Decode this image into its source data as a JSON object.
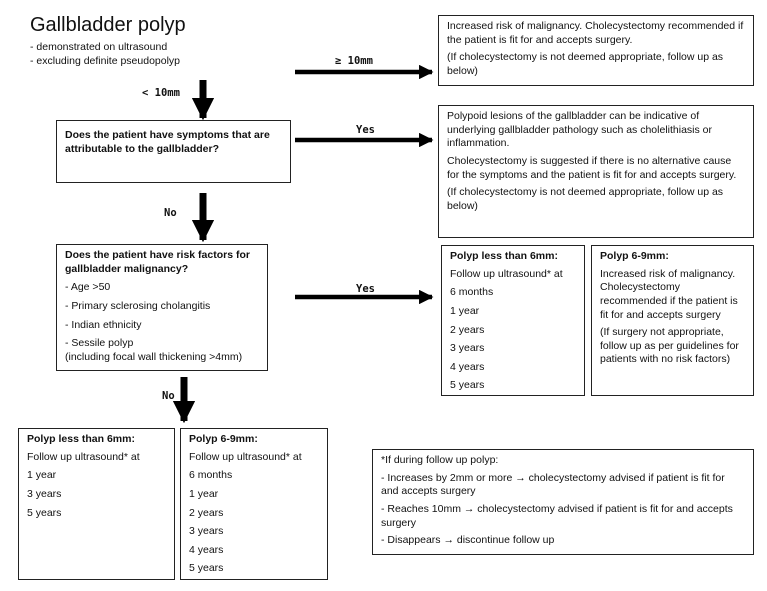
{
  "title": "Gallbladder polyp",
  "subtitle_lines": [
    "- demonstrated on ultrasound",
    "- excluding definite pseudopolyp"
  ],
  "labels": {
    "ge10": "≥ 10mm",
    "lt10": "< 10mm",
    "yes1": "Yes",
    "no1": "No",
    "yes2": "Yes",
    "no2": "No"
  },
  "box_malignancy": {
    "p1": "Increased risk of malignancy. Cholecystectomy recommended if the patient is fit for and accepts surgery.",
    "p2": "(If cholecystectomy is not deemed appropriate, follow up as below)"
  },
  "q_symptoms": "Does the patient have symptoms that are attributable to the gallbladder?",
  "box_symptoms": {
    "p1": "Polypoid lesions of the gallbladder can be indicative of underlying gallbladder pathology such as cholelithiasis or inflammation.",
    "p2": "Cholecystectomy is suggested if there is no alternative cause for the symptoms and the patient is fit for and accepts surgery.",
    "p3": " (If cholecystectomy is not deemed appropriate, follow up as below)"
  },
  "q_risk": {
    "heading": "Does the patient have risk factors for gallbladder malignancy?",
    "items": [
      "- Age >50",
      "- Primary sclerosing cholangitis",
      "- Indian ethnicity",
      "- Sessile polyp"
    ],
    "note": "(including focal wall thickening >4mm)"
  },
  "risk_lt6": {
    "heading": "Polyp less than 6mm:",
    "lines": [
      "Follow up ultrasound* at",
      "6 months",
      "1 year",
      "2 years",
      "3 years",
      "4 years",
      "5 years"
    ]
  },
  "risk_69": {
    "heading": "Polyp 6-9mm:",
    "p1": "Increased risk of malignancy. Cholecystectomy recommended if the patient is fit for and accepts surgery",
    "p2": "(If surgery not appropriate, follow up as per guidelines for patients with no risk factors)"
  },
  "norisk_lt6": {
    "heading": "Polyp less than 6mm:",
    "lines": [
      "Follow up ultrasound* at",
      "1 year",
      "3 years",
      "5 years"
    ]
  },
  "norisk_69": {
    "heading": "Polyp 6-9mm:",
    "lines": [
      "Follow up ultrasound* at",
      "6 months",
      "1 year",
      "2 years",
      "3 years",
      "4 years",
      "5 years"
    ]
  },
  "footnote": {
    "heading": "*If during follow up polyp:",
    "items": [
      "- Increases by 2mm or more → cholecystectomy advised if patient is fit for and accepts surgery",
      "- Reaches 10mm → cholecystectomy advised if patient is fit for and accepts surgery",
      "- Disappears → discontinue follow up"
    ]
  }
}
